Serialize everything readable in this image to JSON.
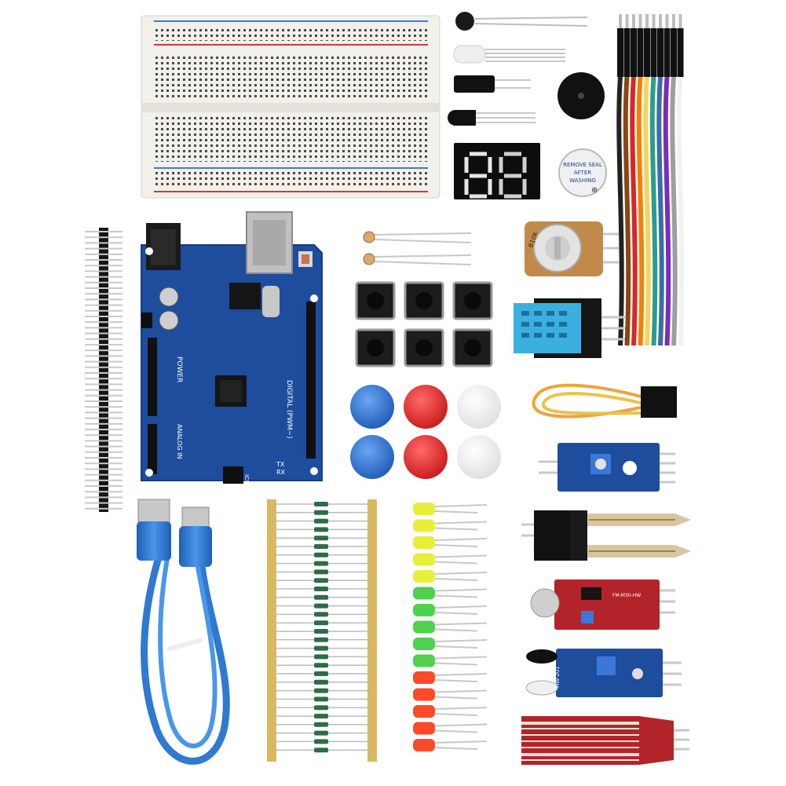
{
  "board": {
    "digital_label": "DIGITAL (PWM~)",
    "power_label": "POWER",
    "analog_label": "ANALOG IN",
    "tx_label": "TX",
    "rx_label": "RX",
    "icsp_label": "ICSP"
  },
  "potentiometer": {
    "label": "B10K"
  },
  "buzzer": {
    "label_lines": [
      "REMOVE SEAL",
      "AFTER",
      "WASHING"
    ]
  },
  "modules": {
    "flame_label": "HW-201",
    "sound_label": "FM-M30-HW"
  },
  "colors": {
    "pcb_blue": "#1d4d9c",
    "pcb_red": "#b3242a",
    "usb_cable": "#2f7ad0",
    "breadboard": "#f1f0ea",
    "rail_red": "#d23a3a",
    "rail_blue": "#3a7fd2",
    "led_yellow": "#e8ef3a",
    "led_green": "#4fd14f",
    "led_red": "#ff4a2a",
    "resistor_tape": "#d9b860"
  },
  "jumper_colors": [
    "#222222",
    "#8b4513",
    "#d62828",
    "#f77f00",
    "#f4d35e",
    "#2a9d8f",
    "#3a6ea5",
    "#7b2cbf",
    "#9e9e9e",
    "#f2f2f2"
  ],
  "button_cap_colors": [
    "#2a6fc9",
    "#e02828",
    "#f6f6f6",
    "#2a6fc9",
    "#e02828",
    "#f6f6f6"
  ],
  "led_colors": [
    "#e8ef3a",
    "#e8ef3a",
    "#e8ef3a",
    "#e8ef3a",
    "#e8ef3a",
    "#4fd14f",
    "#4fd14f",
    "#4fd14f",
    "#4fd14f",
    "#4fd14f",
    "#ff4a2a",
    "#ff4a2a",
    "#ff4a2a",
    "#ff4a2a",
    "#ff4a2a"
  ]
}
